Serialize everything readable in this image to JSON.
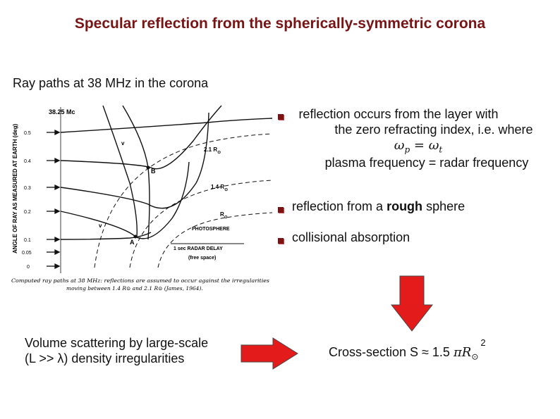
{
  "slide": {
    "title": "Specular reflection from the spherically-symmetric corona",
    "subtitle": "Ray paths at 38 MHz in the corona"
  },
  "figure": {
    "freq_label": "38.25  Mc",
    "y_axis_label": "ANGLE  OF  RAY  AS  MEASURED  AT  EARTH (deg)",
    "y_ticks": [
      "0.5",
      "0.4",
      "0.3",
      "0.2",
      "0.1",
      "0.05",
      "0"
    ],
    "point_labels": {
      "v1": "v",
      "v2": "v",
      "b": "B",
      "a": "A"
    },
    "ring_labels": {
      "r21": "2.1 R",
      "r14": "1.4 R",
      "r1": "R",
      "sun": "⊙"
    },
    "photosphere": "PHOTOSPHERE",
    "delay_label": "1 sec  RADAR  DELAY",
    "free_space": "(free space)",
    "caption_line1": "Computed ray paths at 38 MHz: reflections are assumed to occur against the irregularities",
    "caption_line2": "moving between 1.4 R⊙ and 2.1 R⊙ (James, 1964)."
  },
  "bullets": {
    "b1_line1": "reflection occurs from the layer with",
    "b1_line2": "the zero refracting index, i.e. where",
    "b1_eq_lhs": "ω",
    "b1_eq_lhs_sub": "p",
    "b1_eq_mid": " = ω",
    "b1_eq_rhs_sub": "t",
    "b1_line4": "plasma frequency = radar frequency",
    "b2_pre": "reflection from a ",
    "b2_bold": "rough",
    "b2_post": " sphere",
    "b3": "collisional absorption"
  },
  "volume": {
    "line1": "Volume scattering by large-scale",
    "line2": "(L >> λ) density irregularities"
  },
  "cross": {
    "text": "Cross-section  S ≈ 1.5 ",
    "pi": "π",
    "r": "R",
    "sun": "⊙",
    "exp": "2"
  },
  "colors": {
    "title": "#7a1414",
    "arrow": "#e41b1b",
    "bullet": "#7a1414"
  }
}
